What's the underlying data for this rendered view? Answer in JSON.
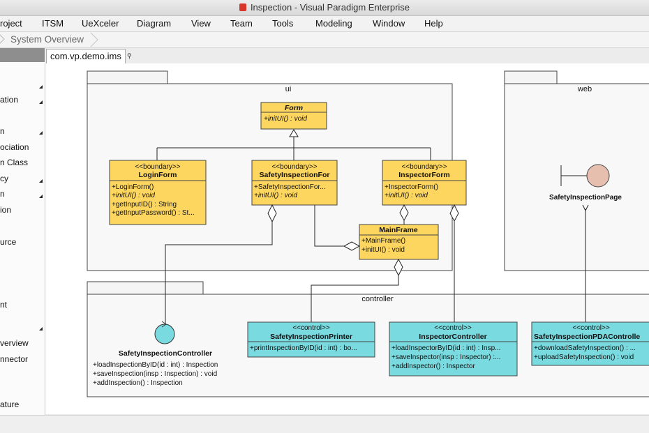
{
  "window": {
    "title": "Inspection - Visual Paradigm Enterprise"
  },
  "menu": [
    "roject",
    "ITSM",
    "UeXceler",
    "Diagram",
    "View",
    "Team",
    "Tools",
    "Modeling",
    "Window",
    "Help"
  ],
  "breadcrumb": {
    "label": "System Overview"
  },
  "left_panel": {
    "items": [
      "ation",
      "n",
      "ociation",
      "n Class",
      "cy",
      "n",
      "ion",
      "urce",
      "nt",
      "verview",
      "nnector",
      "ature"
    ]
  },
  "tab": {
    "label": "com.vp.demo.ims",
    "search_icon": "magnifier-icon"
  },
  "diagram": {
    "packages": {
      "ui": "ui",
      "web": "web",
      "controller": "controller"
    },
    "form": {
      "name": "Form",
      "op1": "+initUI() : void"
    },
    "login": {
      "stereotype": "<<boundary>>",
      "name": "LoginForm",
      "op1": "+LoginForm()",
      "op2": "+initUI() : void",
      "op3": "+getInputID() : String",
      "op4": "+getInputPassword() : St..."
    },
    "safetyform": {
      "stereotype": "<<boundary>>",
      "name": "SafetyInspectionFor",
      "op1": "+SafetyInspectionFor...",
      "op2": "+initUI() : void"
    },
    "inspectorform": {
      "stereotype": "<<boundary>>",
      "name": "InspectorForm",
      "op1": "+InspectorForm()",
      "op2": "+initUI() : void"
    },
    "mainframe": {
      "name": "MainFrame",
      "op1": "+MainFrame()",
      "op2": "+initUI() : void"
    },
    "safetypage": {
      "name": "SafetyInspectionPage"
    },
    "sicontroller": {
      "name": "SafetyInspectionController",
      "op1": "+loadInspectionByID(id : int) : Inspection",
      "op2": "+saveInspection(insp : Inspection) : void",
      "op3": "+addInspection() : Inspection"
    },
    "printer": {
      "stereotype": "<<control>>",
      "name": "SafetyInspectionPrinter",
      "op1": "+printInspectionByID(id : int) : bo..."
    },
    "inspcontroller": {
      "stereotype": "<<control>>",
      "name": "InspectorController",
      "op1": "+loadInspectorByID(id : int) : Insp...",
      "op2": "+saveInspector(insp : Inspector) :...",
      "op3": "+addInspector() : Inspector"
    },
    "pda": {
      "stereotype": "<<control>>",
      "name": "SafetyInspectionPDAControlle",
      "op1": "+downloadSafetyInspection() : ...",
      "op2": "+uploadSafetyInspection() : void"
    }
  },
  "colors": {
    "boundary_fill": "#fdd65f",
    "control_fill": "#79dadf",
    "entity_fill": "#e6bfaf"
  }
}
